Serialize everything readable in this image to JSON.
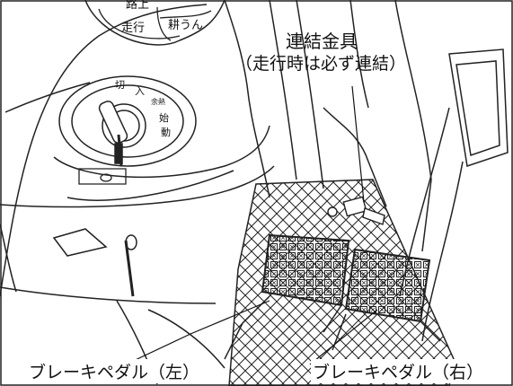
{
  "labels": {
    "connector_title": "連結金具",
    "connector_note": "（走行時は必ず連結）",
    "brake_left": "ブレーキペダル（左）",
    "brake_right": "ブレーキペダル（右）"
  },
  "switch_marks": {
    "off": "切",
    "on": "入",
    "preheat": "余熱",
    "start_1": "始",
    "start_2": "動"
  },
  "mode_marks": {
    "road_1": "路上",
    "road_2": "走行",
    "field": "耕うん"
  }
}
